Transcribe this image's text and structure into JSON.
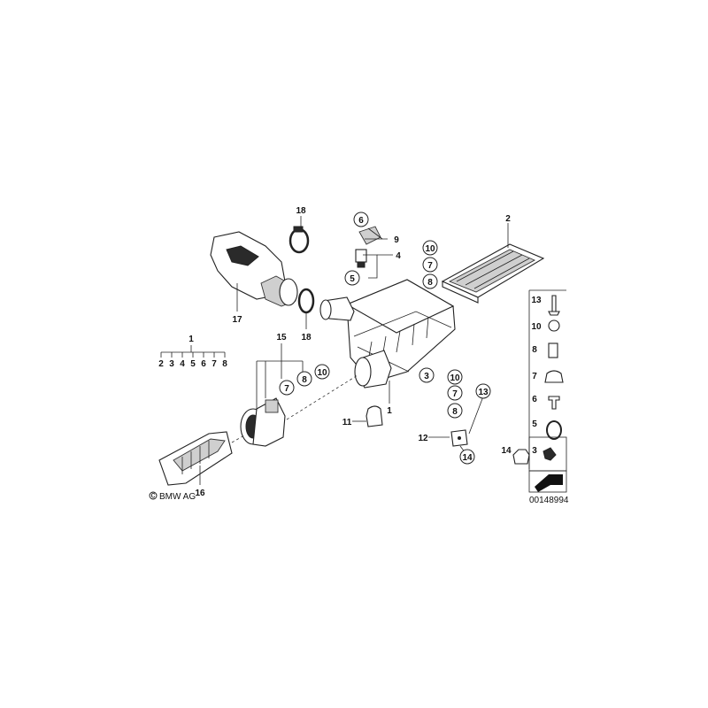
{
  "labels": {
    "n1": "1",
    "n2": "2",
    "n3": "3",
    "n4": "4",
    "n5": "5",
    "n6": "6",
    "n7": "7",
    "n8": "8",
    "n9": "9",
    "n10": "10",
    "n11": "11",
    "n12": "12",
    "n13": "13",
    "n14": "14",
    "n15": "15",
    "n16": "16",
    "n17": "17",
    "n18": "18"
  },
  "copyright": "BMW AG",
  "diagram_number": "00148994"
}
